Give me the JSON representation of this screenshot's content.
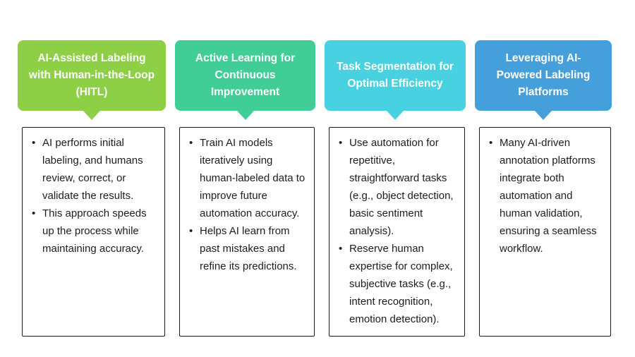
{
  "page": {
    "background_color": "#ffffff",
    "text_color": "#1d1d1d",
    "border_color": "#1a1a1a"
  },
  "columns": [
    {
      "header": {
        "label": "AI-Assisted Labeling with Human-in-the-Loop (HITL)",
        "color": "#8dd045"
      },
      "bullets": [
        "AI performs initial labeling, and humans review, correct, or validate the results.",
        "This approach speeds up the process while maintaining accuracy."
      ]
    },
    {
      "header": {
        "label": "Active Learning for Continuous Improvement",
        "color": "#41cd96"
      },
      "bullets": [
        "Train AI models iteratively using human-labeled data to improve future automation accuracy.",
        "Helps AI learn from past mistakes and refine its predictions."
      ]
    },
    {
      "header": {
        "label": "Task Segmentation for Optimal Efficiency",
        "color": "#48d2e1"
      },
      "bullets": [
        "Use automation for repetitive, straightforward tasks (e.g., object detection, basic sentiment analysis).",
        "Reserve human expertise for complex, subjective tasks (e.g., intent recognition, emotion detection)."
      ]
    },
    {
      "header": {
        "label": "Leveraging AI-Powered Labeling Platforms",
        "color": "#459fda"
      },
      "bullets": [
        "Many AI-driven annotation platforms integrate both automation and human validation, ensuring a seamless workflow."
      ]
    }
  ]
}
